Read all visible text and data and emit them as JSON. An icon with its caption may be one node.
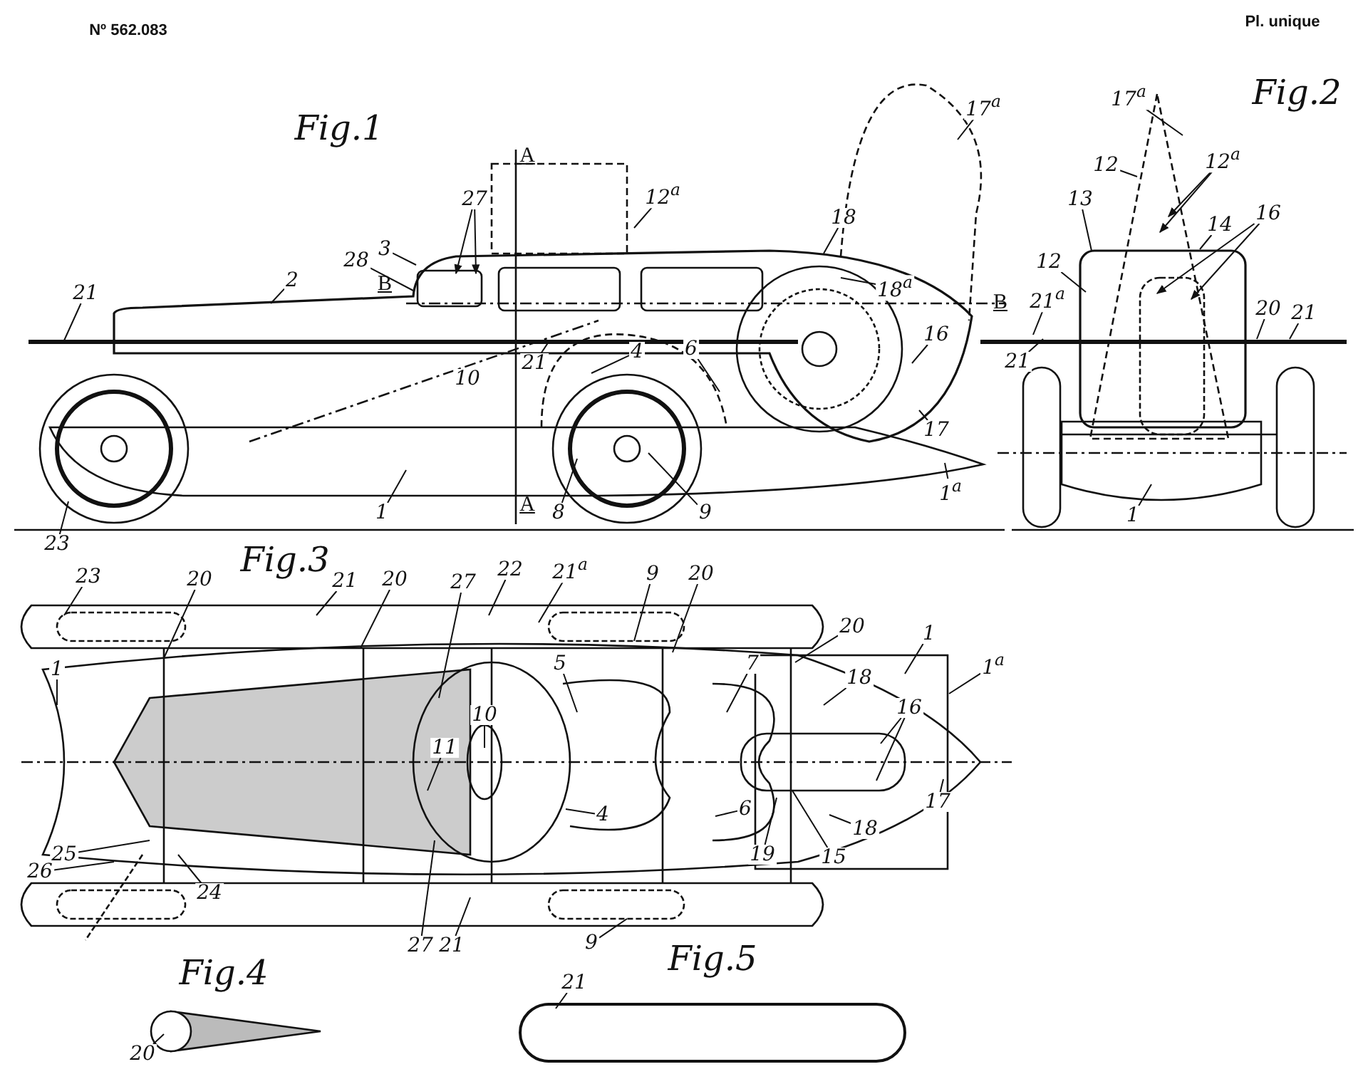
{
  "diagram": {
    "nodes": [
      {
        "text": [
          "17$^{a}$"
        ]
      },
      {
        "text": [
          "27"
        ]
      },
      {
        "text": [
          "12$^{a}$"
        ]
      },
      {
        "text": [
          "18"
        ]
      },
      {
        "text": [
          "3"
        ]
      },
      {
        "text": [
          "28"
        ]
      },
      {
        "text": [
          "2"
        ]
      },
      {
        "text": [
          "18$^{a}$"
        ]
      },
      {
        "text": [
          "21"
        ]
      },
      {
        "text": [
          "16"
        ]
      },
      {
        "text": [
          "4"
        ]
      },
      {
        "text": [
          "6"
        ]
      },
      {
        "text": [
          "21"
        ]
      },
      {
        "text": [
          "17"
        ]
      },
      {
        "text": [
          "1$^{a}$"
        ]
      },
      {
        "text": [
          "1"
        ]
      },
      {
        "text": [
          "8"
        ]
      },
      {
        "text": [
          "9"
        ]
      },
      {
        "text": [
          "23"
        ]
      },
      {
        "text": [
          "17$^{a}$"
        ]
      },
      {
        "text": [
          "12"
        ]
      },
      {
        "text": [
          "12$^{a}$"
        ]
      },
      {
        "text": [
          "13"
        ]
      },
      {
        "text": [
          "14"
        ]
      },
      {
        "text": [
          "16"
        ]
      },
      {
        "text": [
          "12"
        ]
      },
      {
        "text": [
          "21$^{a}$"
        ]
      },
      {
        "text": [
          "20"
        ]
      },
      {
        "text": [
          "21"
        ]
      },
      {
        "text": [
          "21"
        ]
      },
      {
        "text": [
          "1"
        ]
      },
      {
        "text": [
          "23"
        ]
      },
      {
        "text": [
          "20"
        ]
      },
      {
        "text": [
          "21"
        ]
      },
      {
        "text": [
          "20"
        ]
      },
      {
        "text": [
          "27"
        ]
      },
      {
        "text": [
          "22"
        ]
      },
      {
        "text": [
          "21$^{a}$"
        ]
      },
      {
        "text": [
          "9"
        ]
      },
      {
        "text": [
          "20"
        ]
      },
      {
        "text": [
          "20"
        ]
      },
      {
        "text": [
          "1"
        ]
      },
      {
        "text": [
          "1$^{a}$"
        ]
      },
      {
        "text": [
          "1"
        ]
      },
      {
        "text": [
          "5"
        ]
      },
      {
        "text": [
          "7"
        ]
      },
      {
        "text": [
          "18"
        ]
      },
      {
        "text": [
          "16"
        ]
      },
      {
        "text": [
          "10"
        ]
      },
      {
        "text": [
          "11"
        ]
      },
      {
        "text": [
          "17"
        ]
      },
      {
        "text": [
          "4"
        ]
      },
      {
        "text": [
          "6"
        ]
      },
      {
        "text": [
          "18"
        ]
      },
      {
        "text": [
          "19"
        ]
      },
      {
        "text": [
          "15"
        ]
      },
      {
        "text": [
          "25"
        ]
      },
      {
        "text": [
          "26"
        ]
      },
      {
        "text": [
          "24"
        ]
      },
      {
        "text": [
          "27"
        ]
      },
      {
        "text": [
          "21"
        ]
      },
      {
        "text": [
          "9"
        ]
      },
      {
        "text": [
          "20"
        ]
      },
      {
        "text": [
          "21"
        ]
      },
      {
        "text": [
          "10"
        ]
      }
    ],
    "edges": [
      {
        "from": 0,
        "to": null,
        "arrow": "none"
      },
      {
        "from": 1,
        "to": null,
        "arrow": "to"
      },
      {
        "from": 1,
        "to": null,
        "arrow": "to"
      },
      {
        "from": 2,
        "to": null,
        "arrow": "none"
      },
      {
        "from": 3,
        "to": null,
        "arrow": "none"
      },
      {
        "from": 4,
        "to": null,
        "arrow": "none"
      },
      {
        "from": 5,
        "to": null,
        "arrow": "none"
      },
      {
        "from": 6,
        "to": null,
        "arrow": "none"
      },
      {
        "from": 7,
        "to": null,
        "arrow": "none"
      },
      {
        "from": 8,
        "to": null,
        "arrow": "none"
      },
      {
        "from": 9,
        "to": null,
        "arrow": "none"
      },
      {
        "from": 10,
        "to": null,
        "arrow": "none"
      },
      {
        "from": 11,
        "to": null,
        "arrow": "none"
      },
      {
        "from": 12,
        "to": null,
        "arrow": "none"
      },
      {
        "from": 13,
        "to": null,
        "arrow": "none"
      },
      {
        "from": 14,
        "to": null,
        "arrow": "none"
      },
      {
        "from": 15,
        "to": null,
        "arrow": "none"
      },
      {
        "from": 16,
        "to": null,
        "arrow": "none"
      },
      {
        "from": 17,
        "to": null,
        "arrow": "none"
      },
      {
        "from": 18,
        "to": null,
        "arrow": "none"
      },
      {
        "from": 19,
        "to": null,
        "arrow": "none"
      },
      {
        "from": 20,
        "to": null,
        "arrow": "none"
      },
      {
        "from": 21,
        "to": null,
        "arrow": "to"
      },
      {
        "from": 21,
        "to": null,
        "arrow": "to"
      },
      {
        "from": 22,
        "to": null,
        "arrow": "none"
      },
      {
        "from": 23,
        "to": null,
        "arrow": "none"
      },
      {
        "from": 24,
        "to": null,
        "arrow": "to"
      },
      {
        "from": 24,
        "to": null,
        "arrow": "to"
      },
      {
        "from": 25,
        "to": null,
        "arrow": "none"
      },
      {
        "from": 26,
        "to": null,
        "arrow": "none"
      },
      {
        "from": 27,
        "to": null,
        "arrow": "none"
      },
      {
        "from": 28,
        "to": null,
        "arrow": "none"
      },
      {
        "from": 29,
        "to": null,
        "arrow": "none"
      },
      {
        "from": 30,
        "to": null,
        "arrow": "none"
      },
      {
        "from": 31,
        "to": null,
        "arrow": "none"
      },
      {
        "from": 32,
        "to": null,
        "arrow": "none"
      },
      {
        "from": 33,
        "to": null,
        "arrow": "none"
      },
      {
        "from": 34,
        "to": null,
        "arrow": "none"
      },
      {
        "from": 35,
        "to": null,
        "arrow": "none"
      },
      {
        "from": 36,
        "to": null,
        "arrow": "none"
      },
      {
        "from": 37,
        "to": null,
        "arrow": "none"
      },
      {
        "from": 38,
        "to": null,
        "arrow": "none"
      },
      {
        "from": 39,
        "to": null,
        "arrow": "none"
      },
      {
        "from": 40,
        "to": null,
        "arrow": "none"
      },
      {
        "from": 41,
        "to": null,
        "arrow": "none"
      },
      {
        "from": 42,
        "to": null,
        "arrow": "none"
      },
      {
        "from": 43,
        "to": null,
        "arrow": "none"
      },
      {
        "from": 44,
        "to": null,
        "arrow": "none"
      },
      {
        "from": 45,
        "to": null,
        "arrow": "none"
      },
      {
        "from": 46,
        "to": null,
        "arrow": "none"
      },
      {
        "from": 47,
        "to": null,
        "arrow": "none"
      },
      {
        "from": 47,
        "to": null,
        "arrow": "none"
      },
      {
        "from": 48,
        "to": null,
        "arrow": "none"
      },
      {
        "from": 49,
        "to": null,
        "arrow": "none"
      },
      {
        "from": 50,
        "to": null,
        "arrow": "none"
      },
      {
        "from": 51,
        "to": null,
        "arrow": "none"
      },
      {
        "from": 52,
        "to": null,
        "arrow": "none"
      },
      {
        "from": 53,
        "to": null,
        "arrow": "none"
      },
      {
        "from": 54,
        "to": null,
        "arrow": "none"
      },
      {
        "from": 55,
        "to": null,
        "arrow": "none"
      },
      {
        "from": 56,
        "to": null,
        "arrow": "none"
      },
      {
        "from": 57,
        "to": null,
        "arrow": "none"
      },
      {
        "from": 58,
        "to": null,
        "arrow": "none"
      },
      {
        "from": 59,
        "to": null,
        "arrow": "none"
      },
      {
        "from": 60,
        "to": null,
        "arrow": "none"
      },
      {
        "from": 61,
        "to": null,
        "arrow": "none"
      },
      {
        "from": 62,
        "to": null,
        "arrow": "none"
      },
      {
        "from": 63,
        "to": null,
        "arrow": "none"
      }
    ],
    "labels": [
      "Nº 562.083",
      "Pl. unique",
      "Fig.1",
      "A",
      "Fig.2",
      "B",
      "B",
      "A",
      "Fig.3",
      "Fig.4",
      "Fig.5"
    ]
  }
}
